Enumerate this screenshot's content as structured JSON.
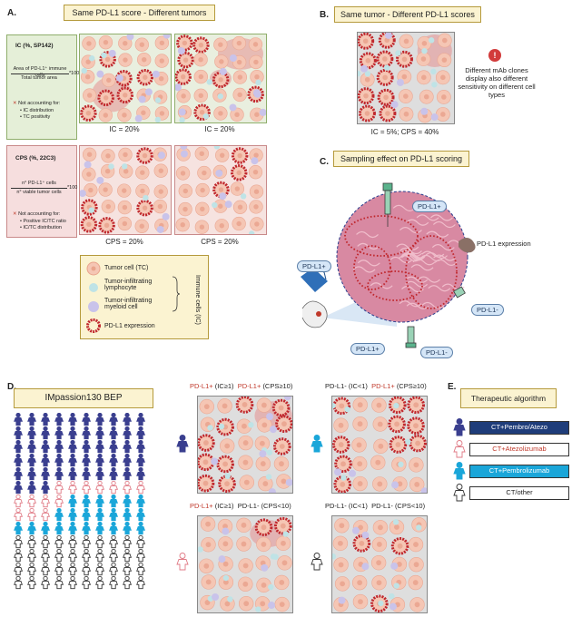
{
  "panelA": {
    "letter": "A.",
    "title": "Same PD-L1 score - Different tumors",
    "ic_box": {
      "heading": "IC (%, SP142)",
      "numerator": "Area of PD-L1⁺ immune cells",
      "denominator": "Total tumor area",
      "multiplier": "*100",
      "not_accounting": "Not accounting for:",
      "bullets": [
        "IC distribution",
        "TC positivity"
      ]
    },
    "cps_box": {
      "heading": "CPS (%, 22C3)",
      "numerator": "n° PD-L1⁺ cells",
      "denominator": "n° viable tumor cells",
      "multiplier": "*100",
      "not_accounting": "Not accounting for:",
      "bullets": [
        "Positive IC/TC ratio",
        "IC/TC distribution"
      ]
    },
    "captions": [
      "IC = 20%",
      "IC = 20%",
      "CPS = 20%",
      "CPS = 20%"
    ]
  },
  "legend": {
    "tumor": "Tumor cell (TC)",
    "lymph": "Tumor-infiltrating lymphocyte",
    "myeloid": "Tumor-infiltrating myeloid cell",
    "pdl1": "PD-L1 expression",
    "immune": "Immune cells (IC)"
  },
  "panelB": {
    "letter": "B.",
    "title": "Same tumor - Different PD-L1 scores",
    "caption": "IC = 5%; CPS = 40%",
    "note": "Different mAb clones display also different sensitivity on different cell types",
    "alert": "!"
  },
  "panelC": {
    "letter": "C.",
    "title": "Sampling effect on PD-L1 scoring",
    "bubbles": [
      "PD-L1+",
      "PD-L1+",
      "PD-L1-",
      "PD-L1+",
      "PD-L1-"
    ],
    "expression": "PD-L1 expression"
  },
  "panelD": {
    "letter": "D.",
    "title": "IMpassion130 BEP",
    "tl": [
      "PD-L1+",
      "(IC≥1)",
      "PD-L1+",
      "(CPS≥10)"
    ],
    "tr": [
      "PD-L1-",
      "(IC<1)",
      "PD-L1+",
      "(CPS≥10)"
    ],
    "bl": [
      "PD-L1+",
      "(IC≥1)",
      "PD-L1-",
      "(CPS<10)"
    ],
    "br": [
      "PD-L1-",
      "(IC<1)",
      "PD-L1-",
      "(CPS<10)"
    ]
  },
  "panelE": {
    "letter": "E.",
    "title": "Therapeutic algorithm",
    "items": [
      {
        "label": "CT+Pembro/Atezo",
        "color": "#1f3d7a",
        "text_color": "#ffffff"
      },
      {
        "label": "CT+Atezolizumab",
        "color": "#ffffff",
        "text_color": "#c0392b"
      },
      {
        "label": "CT+Pembrolizumab",
        "color": "#1aa6d9",
        "text_color": "#ffffff"
      },
      {
        "label": "CT/other",
        "color": "#ffffff",
        "text_color": "#222222"
      }
    ]
  },
  "colors": {
    "tumor": "#f5c6b4",
    "lymph": "#bfe3e6",
    "myeloid": "#c9c3ea",
    "pdl1": "#c0272d",
    "navy": "#3a3f8f",
    "pink": "#e07a85",
    "teal": "#1aa6d9"
  }
}
